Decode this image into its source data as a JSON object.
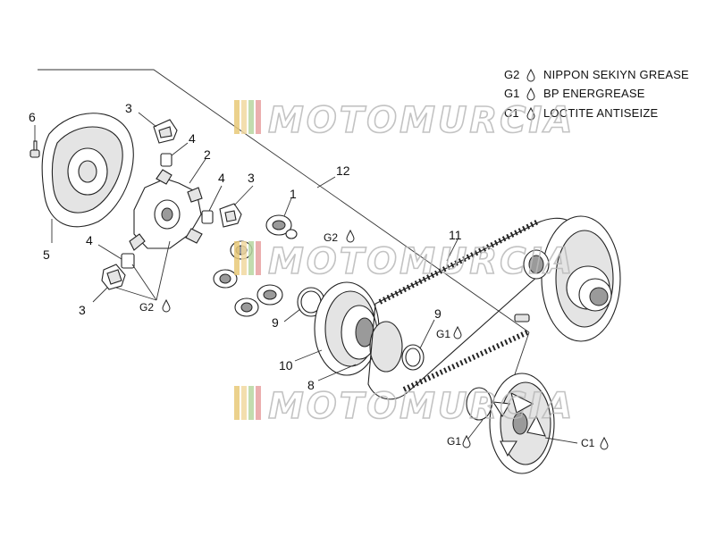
{
  "legend": [
    {
      "code": "G2",
      "icon": "grease-drop-icon",
      "text": "NIPPON SEKIYN GREASE"
    },
    {
      "code": "G1",
      "icon": "grease-drop-icon",
      "text": "BP ENERGREASE"
    },
    {
      "code": "C1",
      "icon": "grease-drop-icon",
      "text": "LOCTITE ANTISEIZE"
    }
  ],
  "watermark": "MOTOMURCIA",
  "watermark_colors": [
    "#e8c979",
    "#f2d9a0",
    "#b8d6a0",
    "#e8a0a0"
  ],
  "callouts": {
    "p1": "1",
    "p2": "2",
    "p3a": "3",
    "p3b": "3",
    "p3c": "3",
    "p4a": "4",
    "p4b": "4",
    "p4c": "4",
    "p5": "5",
    "p6": "6",
    "p8": "8",
    "p9a": "9",
    "p9b": "9",
    "p10": "10",
    "p11": "11",
    "p12": "12"
  },
  "grease_marks": {
    "g2_left": "G2",
    "g2_mid": "G2",
    "g1_mid": "G1",
    "g1_low": "G1",
    "c1_low": "C1"
  }
}
